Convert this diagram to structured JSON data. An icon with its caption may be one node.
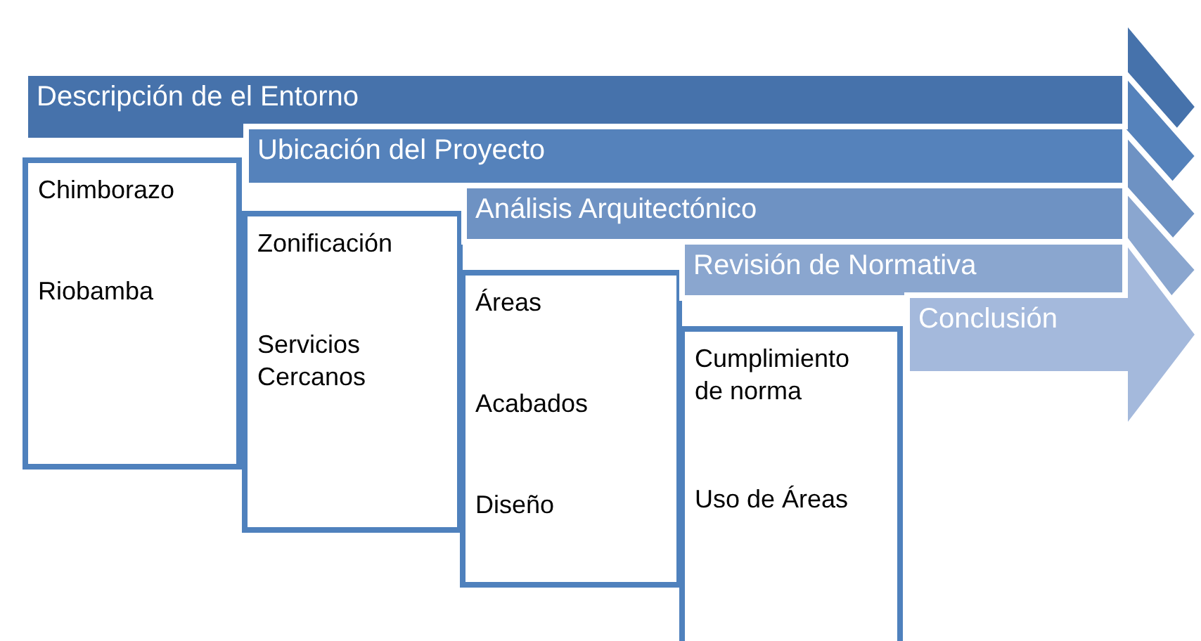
{
  "diagram": {
    "nodes": [
      {
        "text": [
          "Descripción de el Entorno"
        ]
      },
      {
        "text": [
          "Chimborazo",
          "Riobamba"
        ]
      },
      {
        "text": [
          "Ubicación del Proyecto"
        ]
      },
      {
        "text": [
          "Zonificación",
          "Servicios Cercanos"
        ]
      },
      {
        "text": [
          "Análisis Arquitectónico"
        ]
      },
      {
        "text": [
          "Áreas",
          "Acabados",
          "Diseño"
        ]
      },
      {
        "text": [
          "Revisión de Normativa"
        ]
      },
      {
        "text": [
          "Cumplimiento de norma",
          "Uso de Áreas"
        ]
      },
      {
        "text": [
          "Conclusión"
        ]
      }
    ]
  }
}
